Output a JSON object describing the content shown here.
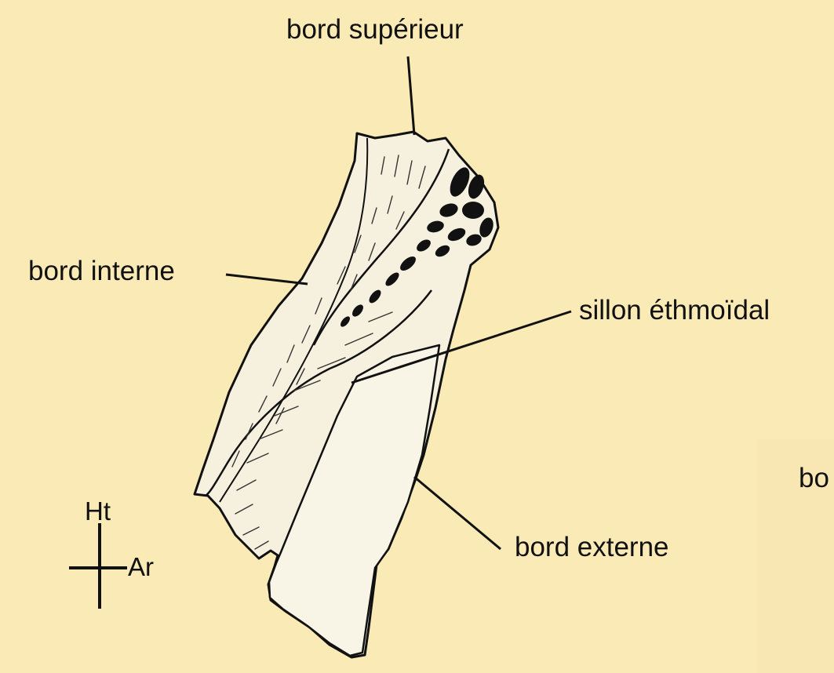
{
  "colors": {
    "background": "#faeab6",
    "bone_fill": "#f6f1df",
    "line": "#111111"
  },
  "labels": {
    "bord_superieur": "bord supérieur",
    "bord_interne": "bord interne",
    "sillon_ethmoidal": "sillon éthmoïdal",
    "bord_externe": "bord externe",
    "cut_off_label": "bo"
  },
  "orientation": {
    "up": "Ht",
    "back": "Ar"
  }
}
